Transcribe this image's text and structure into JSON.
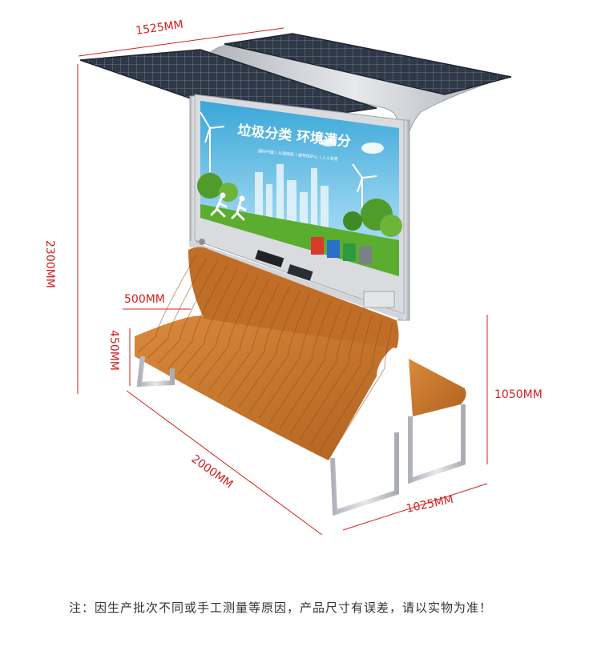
{
  "dimensions": {
    "top_width": "1525MM",
    "height_total": "2300MM",
    "seat_depth": "500MM",
    "seat_height": "450MM",
    "length": "2000MM",
    "side_height": "1050MM",
    "side_depth": "1025MM"
  },
  "poster": {
    "headline": "垃圾分类 环境满分",
    "subline": "国际中国丨从我做起丨倡导保护心丨人人有责"
  },
  "footer_note": "注：因生产批次不同或手工测量等原因，产品尺寸有误差，请以实物为准！",
  "colors": {
    "dimension_line": "#d42020",
    "wood": "#c8772e",
    "frame": "#c9ccd1",
    "solar_panel": "#2b3442"
  },
  "bins": [
    "red-bin",
    "blue-bin",
    "green-bin",
    "gray-bin"
  ]
}
